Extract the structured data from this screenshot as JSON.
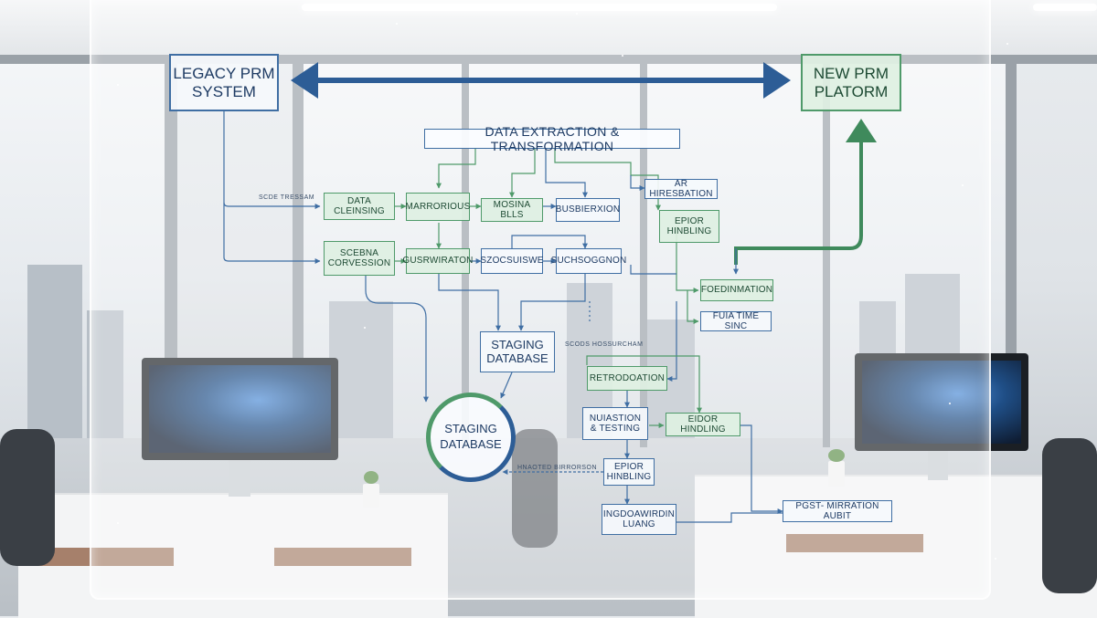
{
  "diagram": {
    "legacy_system": "LEGACY PRM\nSYSTEM",
    "new_platform": "NEW PRM\nPLATORM",
    "header": "DATA EXTRACTION & TRANSFORMATION",
    "data_cleansing": "DATA CLEINSING",
    "marrorious": "MARRORIOUS",
    "morina_blls": "MOSINA BLLS",
    "busbierxion": "BUSBIERXION",
    "schema_conversion": "SCEBNA\nCORVESSION",
    "gusrwiraton": "GUSRWIRATON",
    "szocsuiswe": "SZOCSUISWE",
    "suchsoggnon": "SUCHSOGGNON",
    "ar_hresbation": "AR HIRESBATION",
    "error_handling_1": "EPIOR\nHINBLING",
    "foedinmation": "FOEDINMATION",
    "fuia_time_sinc": "FUIA TIME SINC",
    "staging_box": "STAGING\nDATABASE",
    "staging_circle": "STAGING\nDATABASE",
    "retrodoation": "RETRODOATION",
    "nuiastion_testing": "NUIASTION\n& TESTING",
    "eidor_hindling": "EIDOR HINDLING",
    "error_handling_2": "EPIOR\nHINBLING",
    "ingdoawirdin_luang": "INGDOAWIRDIN\nLUANG",
    "post_migration_audit": "PGST- MIRRATION AUBIT",
    "label_left": "SCDE TRESSAM",
    "label_mid": "SCODS HOSSURCHAM",
    "label_bottom": "HNAOTED BIRRORSON"
  },
  "colors": {
    "blue": "#2d5d96",
    "green": "#4f9a6a",
    "dark_text": "#1d3a63"
  }
}
